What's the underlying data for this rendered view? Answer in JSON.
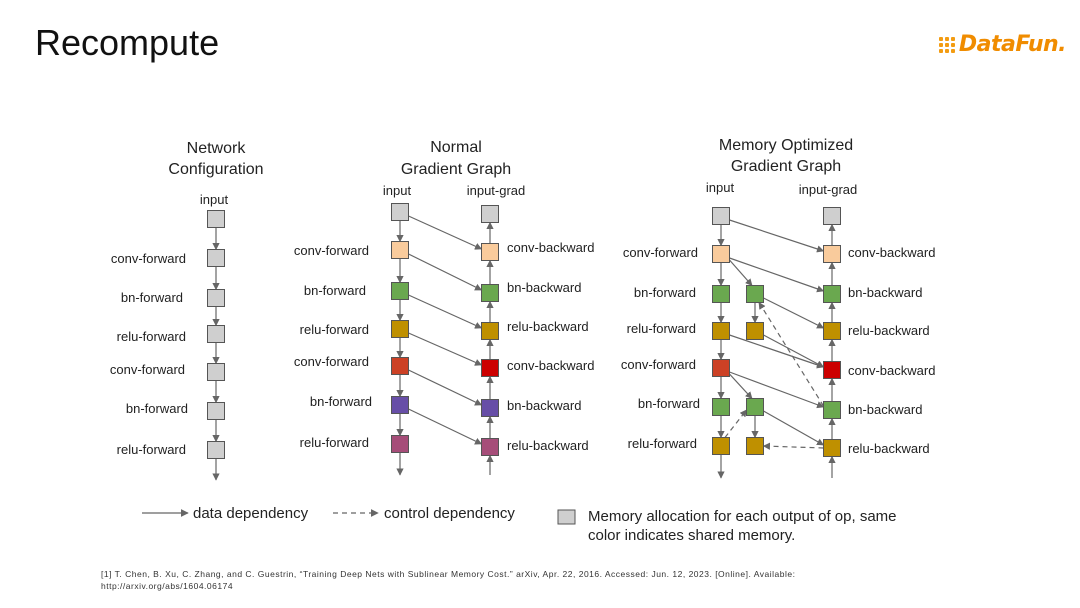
{
  "slide": {
    "title": "Recompute"
  },
  "logo": {
    "text": "DataFun."
  },
  "colors": {
    "gray": "#cfcfcf",
    "peach": "#f9cb9c",
    "green": "#6aa84f",
    "mustard": "#bf9000",
    "red_orange": "#cc4125",
    "red": "#cc0000",
    "purple": "#674ea7",
    "mauve": "#a64d79",
    "edge": "#666666",
    "box_stroke": "#555555"
  },
  "panels": {
    "network": {
      "title_line1": "Network",
      "title_line2": "Configuration",
      "input_label": "input",
      "labels": [
        "conv-forward",
        "bn-forward",
        "relu-forward",
        "conv-forward",
        "bn-forward",
        "relu-forward"
      ]
    },
    "normal": {
      "title_line1": "Normal",
      "title_line2": "Gradient Graph",
      "input_label": "input",
      "grad_label": "input-grad",
      "forward_labels": [
        "conv-forward",
        "bn-forward",
        "relu-forward",
        "conv-forward",
        "bn-forward",
        "relu-forward"
      ],
      "backward_labels": [
        "conv-backward",
        "bn-backward",
        "relu-backward",
        "conv-backward",
        "bn-backward",
        "relu-backward"
      ]
    },
    "optimized": {
      "title_line1": "Memory Optimized",
      "title_line2": "Gradient Graph",
      "input_label": "input",
      "grad_label": "input-grad",
      "forward_labels": [
        "conv-forward",
        "bn-forward",
        "relu-forward",
        "conv-forward",
        "bn-forward",
        "relu-forward"
      ],
      "backward_labels": [
        "conv-backward",
        "bn-backward",
        "relu-backward",
        "conv-backward",
        "bn-backward",
        "relu-backward"
      ]
    }
  },
  "legend": {
    "data_dependency": "data dependency",
    "control_dependency": "control dependency",
    "memory_line1": "Memory allocation for each output of op, same",
    "memory_line2": "color indicates shared memory."
  },
  "footnote": {
    "line1": "[1] T. Chen, B. Xu, C. Zhang, and C. Guestrin, “Training Deep Nets with Sublinear Memory Cost.” arXiv, Apr. 22, 2016. Accessed: Jun. 12, 2023. [Online]. Available:",
    "line2": "http://arxiv.org/abs/1604.06174"
  }
}
